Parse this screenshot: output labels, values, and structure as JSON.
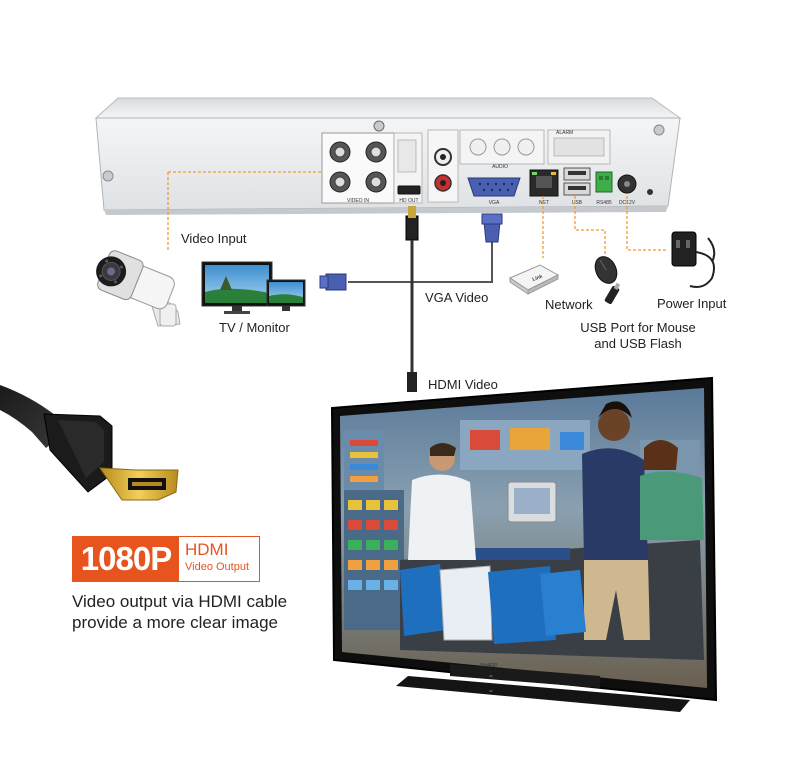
{
  "labels": {
    "video_input": "Video Input",
    "tv_monitor": "TV / Monitor",
    "vga_video": "VGA Video",
    "hdmi_video": "HDMI Video",
    "network": "Network",
    "usb_port": "USB Port for Mouse and USB Flash",
    "power_input": "Power Input"
  },
  "panel": {
    "video_in": "VIDEO IN",
    "hd_out": "HD OUT",
    "vga": "VGA",
    "net": "NET",
    "usb": "USB",
    "rs485": "RS485",
    "dc12v": "DC12V",
    "audio": "AUDIO",
    "alarm": "ALARM"
  },
  "router": {
    "brand": "Link"
  },
  "badge": {
    "resolution": "1080P",
    "interface": "HDMI",
    "subtitle": "Video Output"
  },
  "description": {
    "line1": "Video output via HDMI cable",
    "line2": "provide a more clear image"
  },
  "tv": {
    "brand": "SHARP"
  },
  "colors": {
    "accent_orange": "#e8541e",
    "leader_orange": "#f29a2e",
    "cable_blue": "#4a5fb0",
    "dvr_panel": "#eef0f2"
  }
}
